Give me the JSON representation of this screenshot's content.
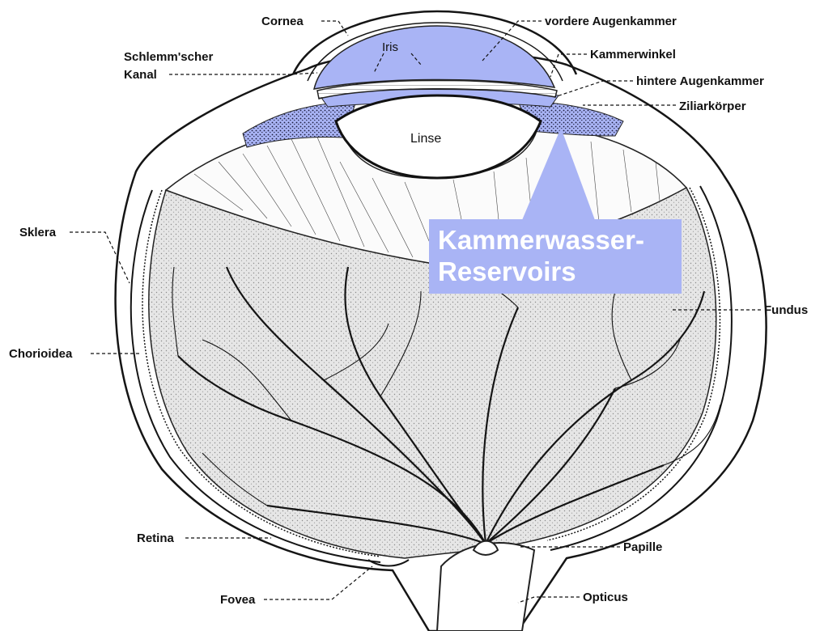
{
  "labels": {
    "cornea": "Cornea",
    "vordere_augenkammer": "vordere Augenkammer",
    "iris": "Iris",
    "schlemm_1": "Schlemm'scher",
    "schlemm_2": "Kanal",
    "kammerwinkel": "Kammerwinkel",
    "hintere_augenkammer": "hintere Augenkammer",
    "ziliarkoerper": "Ziliarkörper",
    "linse": "Linse",
    "sklera": "Sklera",
    "fundus": "Fundus",
    "chorioidea": "Chorioidea",
    "retina": "Retina",
    "papille": "Papille",
    "fovea": "Fovea",
    "opticus": "Opticus"
  },
  "callout": {
    "line1": "Kammerwasser-",
    "line2": "Reservoirs"
  },
  "colors": {
    "highlight": "#a9b4f5",
    "fundus": "#e3e3e3",
    "ink": "#151515"
  }
}
